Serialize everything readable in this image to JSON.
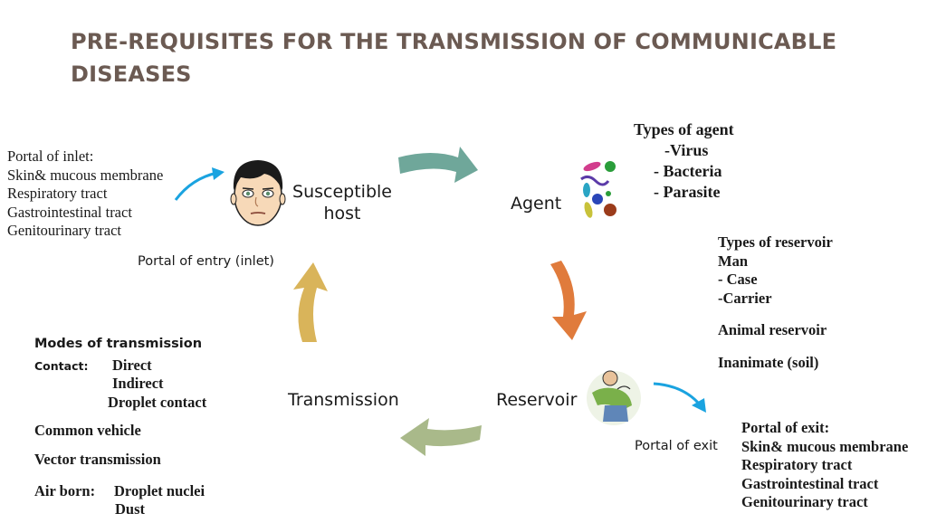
{
  "title": {
    "line1": "PRE-REQUISITES FOR THE TRANSMISSION OF COMMUNICABLE",
    "line2": "DISEASES"
  },
  "nodes": {
    "susceptible_host": {
      "line1": "Susceptible",
      "line2": "host"
    },
    "agent": "Agent",
    "reservoir": "Reservoir",
    "transmission": "Transmission"
  },
  "portal_inlet": {
    "heading": "Portal of inlet:",
    "items": [
      "Skin& mucous membrane",
      "Respiratory tract",
      "Gastrointestinal tract",
      "Genitourinary tract"
    ]
  },
  "portal_entry_label": "Portal of entry (inlet)",
  "agent_types": {
    "heading": "Types of agent",
    "items": [
      "-Virus",
      "- Bacteria",
      "- Parasite"
    ]
  },
  "reservoir_types": {
    "heading": "Types of reservoir",
    "man": "Man",
    "case": "- Case",
    "carrier": "-Carrier",
    "animal": "Animal reservoir",
    "inanimate": "Inanimate (soil)"
  },
  "modes": {
    "heading": "Modes of transmission",
    "contact_label": "Contact:",
    "direct": "Direct",
    "indirect": "Indirect",
    "droplet_contact": "Droplet contact",
    "common_vehicle": "Common vehicle",
    "vector": "Vector transmission",
    "airborne_label": "Air born:",
    "droplet_nuclei": "Droplet nuclei",
    "dust": "Dust"
  },
  "portal_exit_label": "Portal of exit",
  "portal_exit": {
    "heading": "Portal of exit:",
    "items": [
      "Skin& mucous membrane",
      "Respiratory tract",
      "Gastrointestinal tract",
      "Genitourinary tract"
    ]
  },
  "colors": {
    "title": "#6b5a52",
    "arrow_teal": "#6fa79a",
    "arrow_orange": "#e07b3c",
    "arrow_green": "#a9b98a",
    "arrow_gold": "#d9b45a",
    "arrow_blue": "#1aa3e0"
  }
}
